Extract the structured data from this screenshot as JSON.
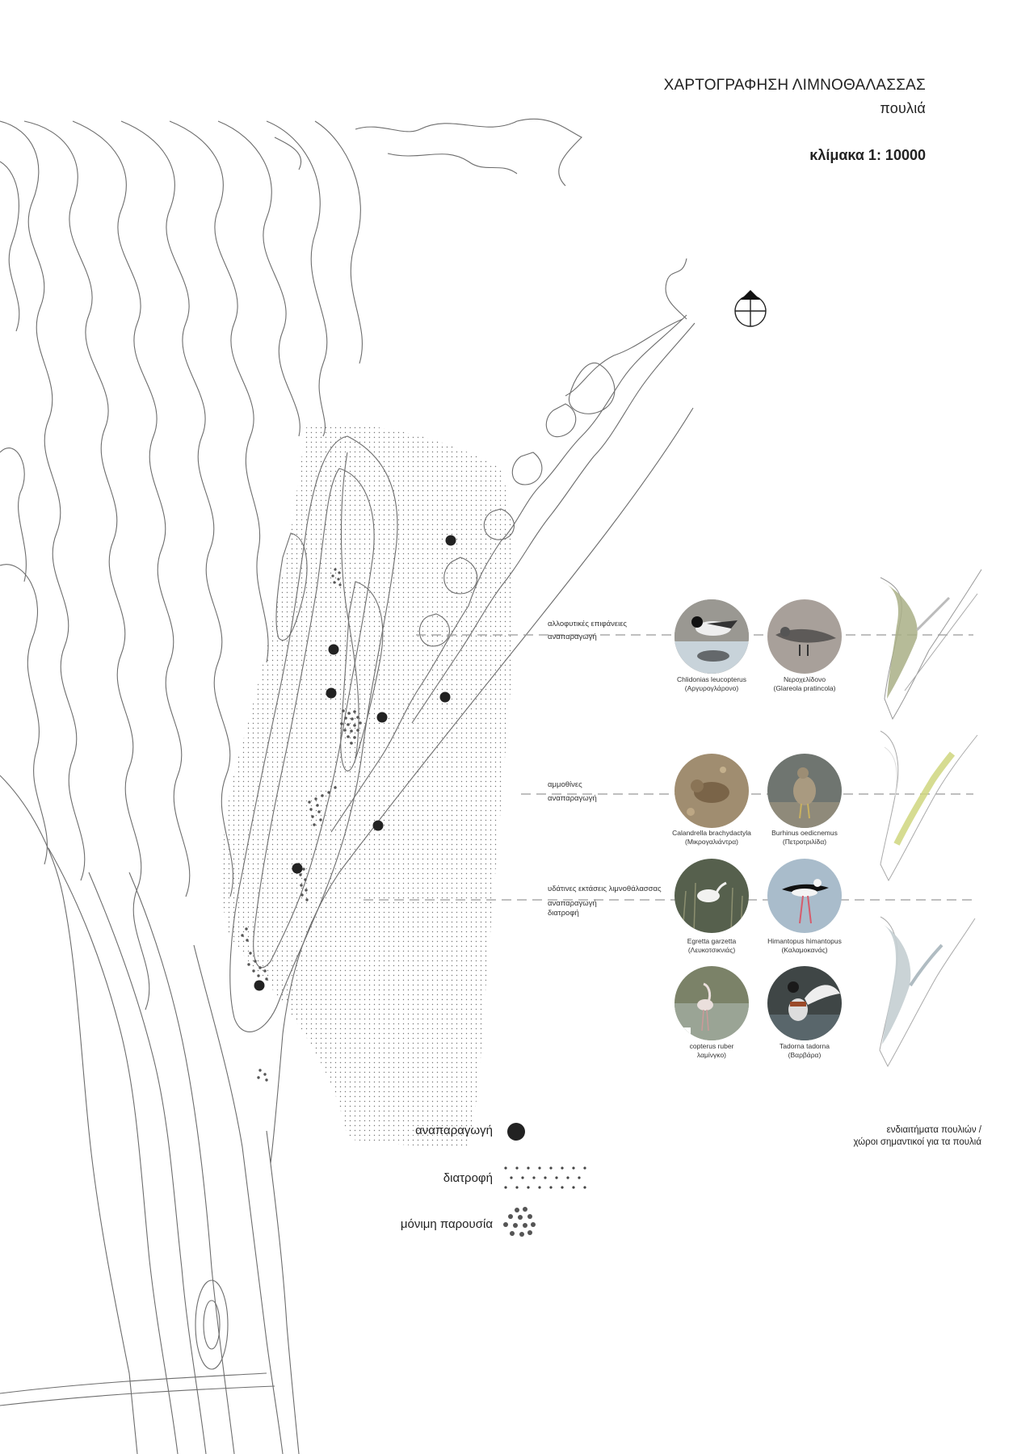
{
  "header": {
    "title": "ΧΑΡΤΟΓΡΑΦΗΣΗ ΛΙΜΝΟΘΑΛΑΣΣΑΣ",
    "subtitle": "πουλιά",
    "scale": "κλίμακα 1: 10000"
  },
  "habitats": [
    {
      "name": "αλλοφυτικές επιφάνειες",
      "use": "αναπαραγωγή",
      "color": "#9aa36b"
    },
    {
      "name": "αμμοθίνες",
      "use": "αναπαραγωγή",
      "color": "#c9d47a"
    },
    {
      "name": "υδάτινες εκτάσεις λιμνοθάλασσας",
      "use": "αναπαραγωγή",
      "use2": "διατροφή",
      "color": "#b9c6cc"
    }
  ],
  "birds": [
    {
      "latin": "Chlidonias leucopterus",
      "greek": "(Αργυρογλάρονο)"
    },
    {
      "latin": "Νεροχελίδονο",
      "greek": "(Glareola pratincola)"
    },
    {
      "latin": "Calandrella brachydactyla",
      "greek": "(Μικρογαλιάντρα)"
    },
    {
      "latin": "Burhinus oedicnemus",
      "greek": "(Πετροτριλίδα)"
    },
    {
      "latin": "Egretta garzetta",
      "greek": "(Λευκοτσικνιάς)"
    },
    {
      "latin": "Himantopus himantopus",
      "greek": "(Καλαμοκανάς)"
    },
    {
      "latin": "copterus ruber",
      "greek": "λαμίνγκο)"
    },
    {
      "latin": "Tadorna tadorna",
      "greek": "(Βαρβάρα)"
    }
  ],
  "legend": {
    "breeding": "αναπαραγωγή",
    "feeding": "διατροφή",
    "permanent": "μόνιμη παρουσία"
  },
  "habitat_note": {
    "line1": "ενδιαιτήματα πουλιών /",
    "line2": "χώροι σημαντικοί για τα πουλιά"
  }
}
